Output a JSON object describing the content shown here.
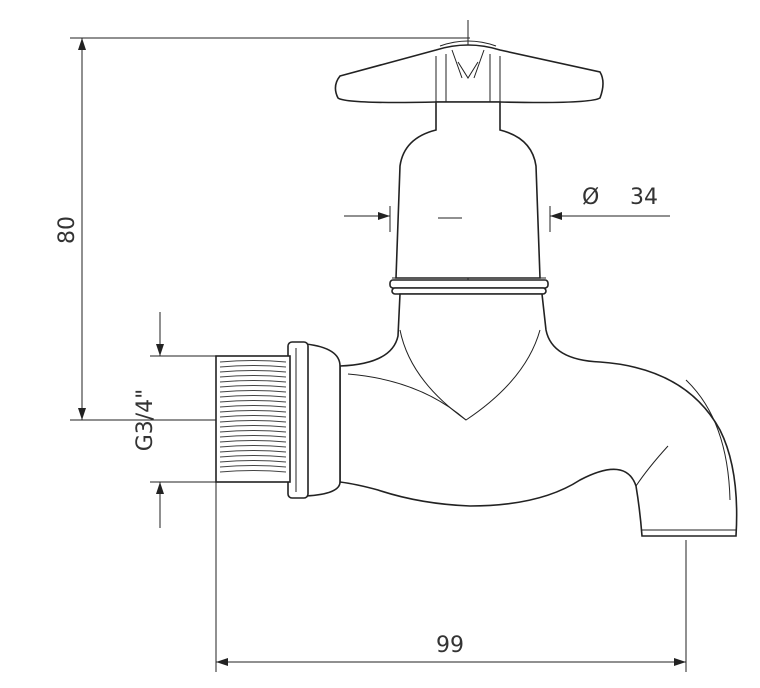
{
  "dimensions": {
    "height_label": "80",
    "diameter_symbol": "Ø",
    "diameter_value": "34",
    "thread_label": "G3/4\"",
    "length_label": "99"
  },
  "colors": {
    "line": "#222222",
    "text": "#333333",
    "background": "#ffffff"
  }
}
